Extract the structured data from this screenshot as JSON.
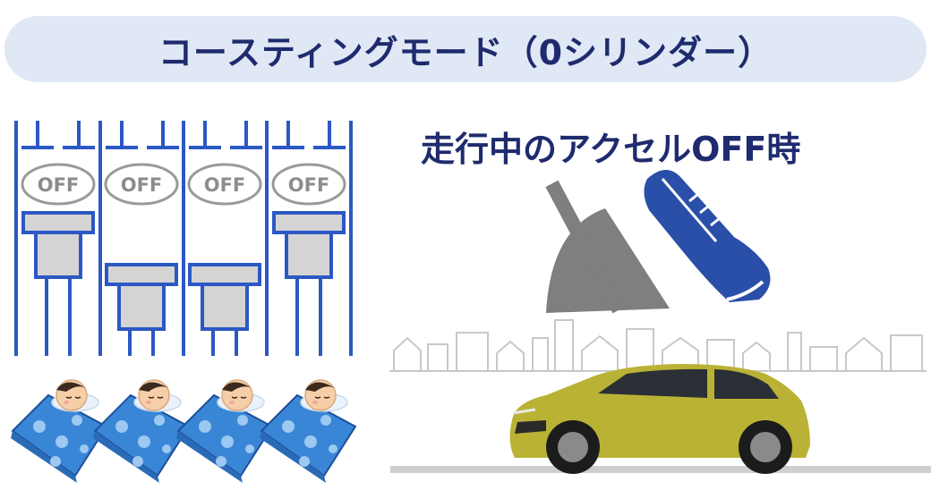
{
  "title": "コースティングモード（0シリンダー）",
  "subtitle": "走行中のアクセルOFF時",
  "cylinder_badge": "OFF",
  "cylinders": [
    {
      "id": 1,
      "piston_position": "up"
    },
    {
      "id": 2,
      "piston_position": "down"
    },
    {
      "id": 3,
      "piston_position": "down"
    },
    {
      "id": 4,
      "piston_position": "up"
    }
  ],
  "colors": {
    "title_text": "#1f2b6e",
    "title_bg": "#dfe8f4",
    "cylinder_wall": "#2b58c4",
    "piston_fill": "#d4d4d4",
    "pedal": "#808080",
    "shoe": "#2a4fa8",
    "car_body": "#b9b234",
    "blanket": "#3a86d6",
    "road": "#cfcfcf"
  },
  "icons": [
    "sleeping-person-icon",
    "accelerator-pedal-icon",
    "shoe-icon",
    "car-icon",
    "town-skyline-icon"
  ]
}
